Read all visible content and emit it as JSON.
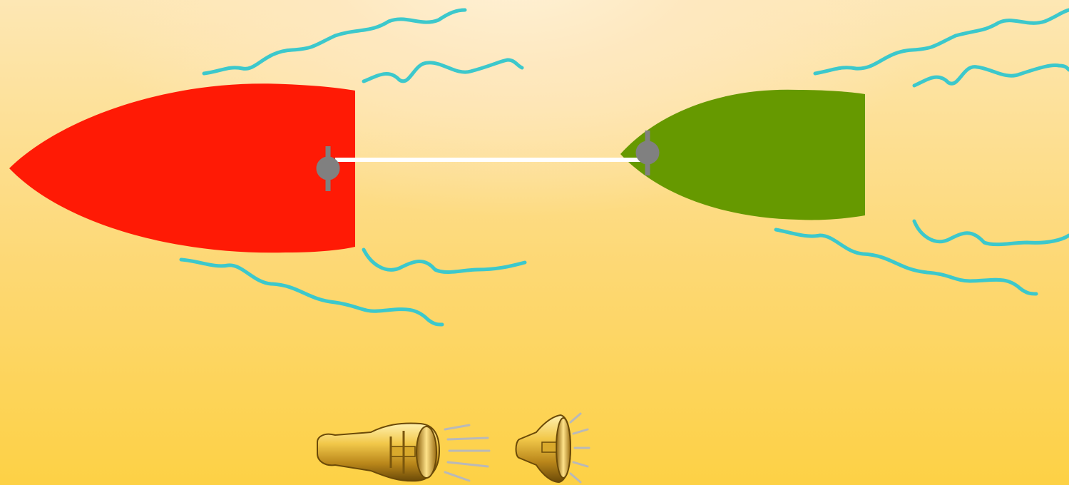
{
  "scene": {
    "background_colors": [
      "#fff3da",
      "#fde7b4",
      "#fdd874",
      "#fdd145"
    ]
  },
  "boat_left": {
    "color": "#ff1a05",
    "icon": "boat-hull-red"
  },
  "boat_right": {
    "color": "#669900",
    "icon": "boat-hull-green"
  },
  "tow_rope": {
    "color": "#ffffff",
    "icon": "rope"
  },
  "bollard": {
    "color": "#808080",
    "icon": "cleat-icon"
  },
  "wake": {
    "color": "#3cc8cc",
    "icon": "water-wave"
  },
  "controls": [
    {
      "name": "sound-horn-button",
      "icon": "horn-speaker-icon"
    },
    {
      "name": "sound-speaker-button",
      "icon": "speaker-icon"
    }
  ]
}
